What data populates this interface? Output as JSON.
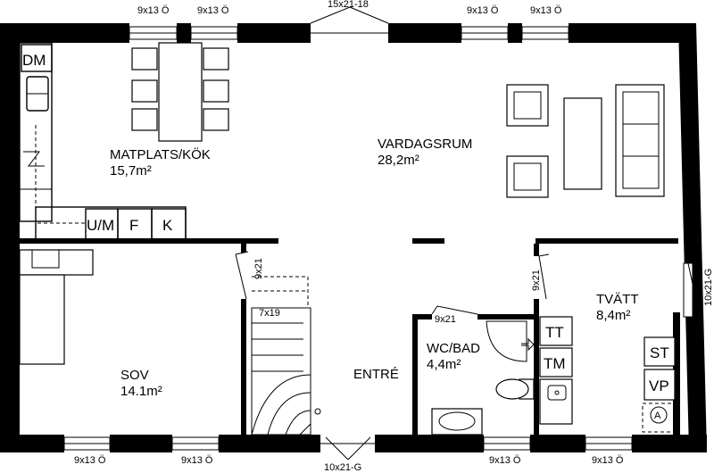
{
  "rooms": {
    "kitchen": {
      "name": "MATPLATS/KÖK",
      "area": "15,7m²"
    },
    "living": {
      "name": "VARDAGSRUM",
      "area": "28,2m²"
    },
    "bedroom": {
      "name": "SOV",
      "area": "14.1m²"
    },
    "entrance": {
      "name": "ENTRÉ"
    },
    "bathroom": {
      "name": "WC/BAD",
      "area": "4,4m²"
    },
    "laundry": {
      "name": "TVÄTT",
      "area": "8,4m²"
    }
  },
  "appliances": {
    "dm": "DM",
    "um": "U/M",
    "f": "F",
    "k": "K",
    "tt": "TT",
    "tm": "TM",
    "st": "ST",
    "vp": "VP",
    "a": "A"
  },
  "windows": {
    "top_1": "9x13 Ö",
    "top_2": "9x13 Ö",
    "top_door": "15x21-18",
    "top_3": "9x13 Ö",
    "top_4": "9x13 Ö",
    "bottom_1": "9x13 Ö",
    "bottom_2": "9x13 Ö",
    "bottom_door": "10x21-G",
    "bottom_3": "9x13 Ö",
    "bottom_4": "9x13 Ö",
    "right_door": "10x21-G"
  },
  "doors": {
    "bedroom": "9x21",
    "laundry": "9x21",
    "bathroom": "9x21",
    "closet": "7x19"
  }
}
